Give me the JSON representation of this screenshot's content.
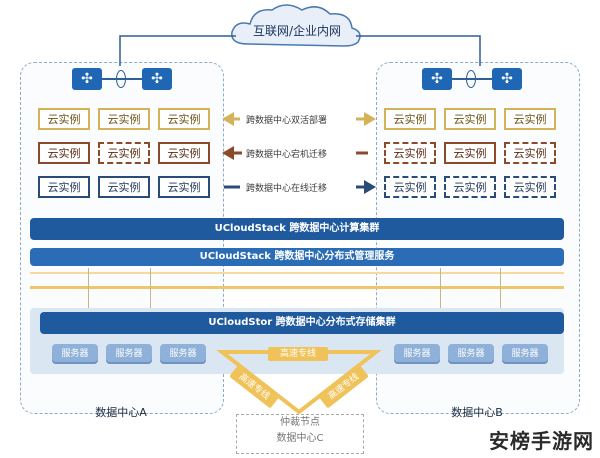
{
  "internet": {
    "label": "互联网/企业内网"
  },
  "datacenters": {
    "a": {
      "label": "数据中心A"
    },
    "b": {
      "label": "数据中心B"
    },
    "c": {
      "title": "仲裁节点",
      "label": "数据中心C"
    }
  },
  "instance_label": "云实例",
  "links": {
    "active_active": "跨数据中心双活部署",
    "dr_migration": "跨数据中心宕机迁移",
    "live_migration": "跨数据中心在线迁移"
  },
  "bars": {
    "compute": "UCloudStack 跨数据中心计算集群",
    "management": "UCloudStack 跨数据中心分布式管理服务",
    "storage": "UCloudStor 跨数据中心分布式存储集群"
  },
  "server_label": "服务器",
  "high_speed_link": "高速专线",
  "colors": {
    "gold": "#d3b25a",
    "brown": "#8c4a2a",
    "navy": "#2a4a78",
    "bar_blue": "#1f5a9e",
    "high_speed": "#efc35a"
  },
  "watermark": "安榜手游网"
}
